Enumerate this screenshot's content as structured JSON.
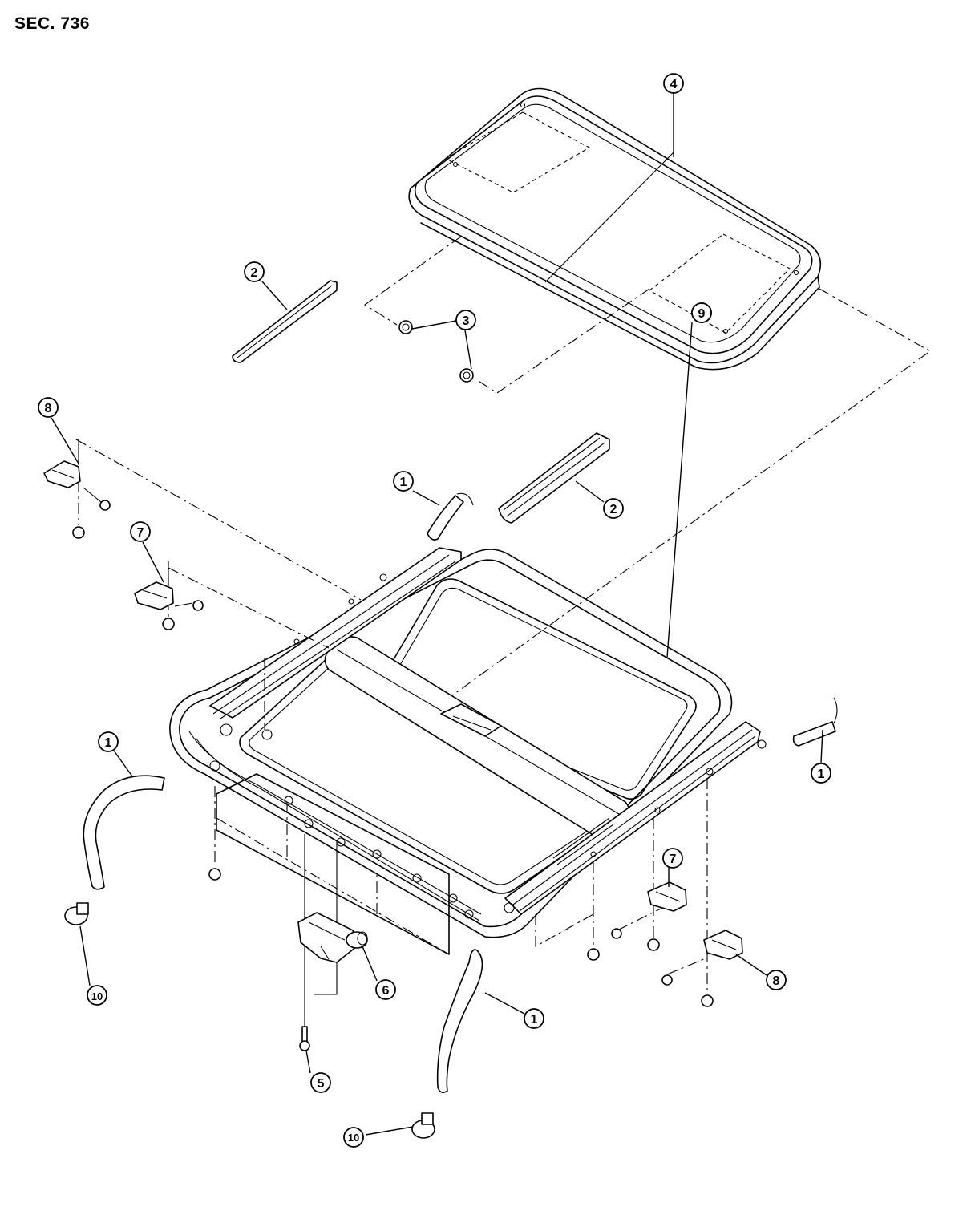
{
  "header": {
    "section_label": "SEC. 736"
  },
  "callouts": {
    "c1a": "1",
    "c1b": "1",
    "c1c": "1",
    "c1d": "1",
    "c2a": "2",
    "c2b": "2",
    "c3": "3",
    "c4": "4",
    "c5": "5",
    "c6": "6",
    "c7a": "7",
    "c7b": "7",
    "c8a": "8",
    "c8b": "8",
    "c9": "9",
    "c10a": "10",
    "c10b": "10"
  }
}
